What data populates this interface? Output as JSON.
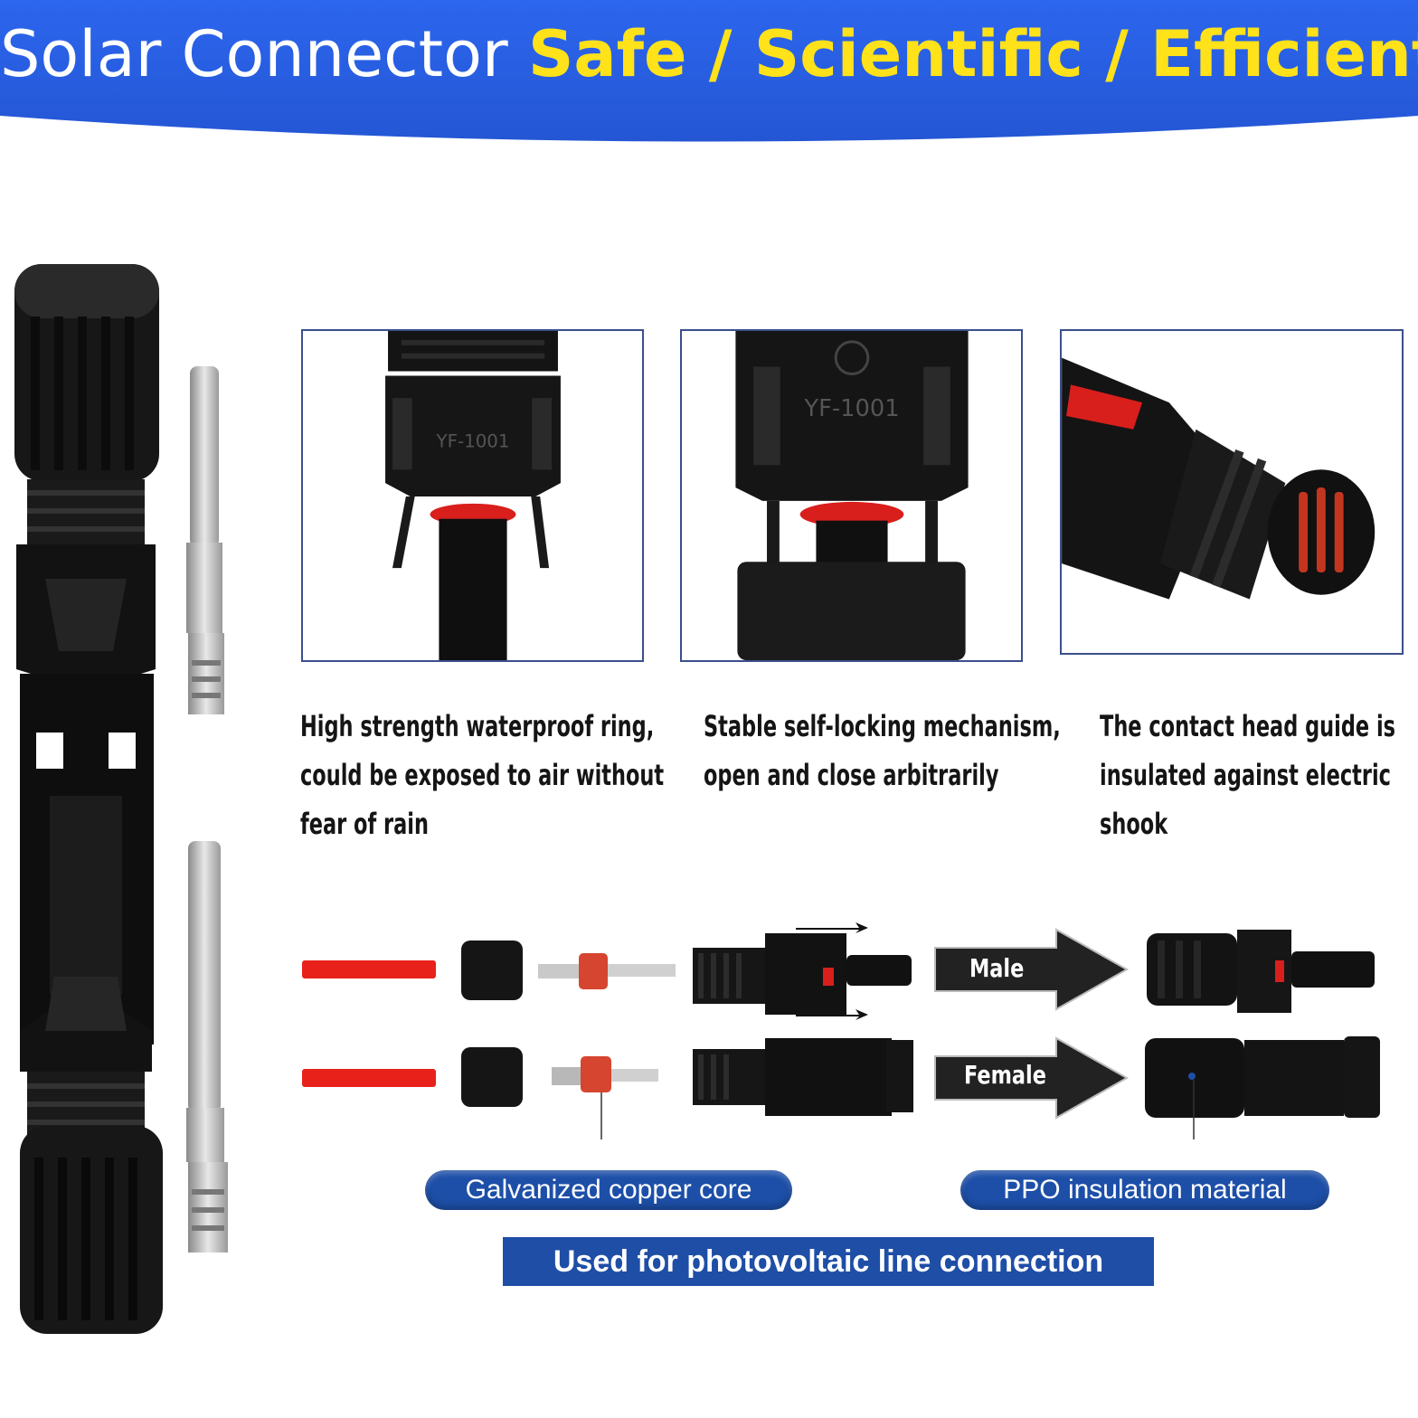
{
  "header": {
    "title_light": "Solar Connector ",
    "title_bold": "Safe / Scientific / Efficient",
    "band_color": "#2a62e6",
    "title_highlight_color": "#ffe21a"
  },
  "photos": [
    {
      "caption_lines": [
        "High strength waterproof ring,",
        "could be exposed to air without",
        "fear of rain"
      ],
      "marking": "YF-1001"
    },
    {
      "caption_lines": [
        "Stable self-locking mechanism,",
        "open and close arbitrarily"
      ],
      "marking": "YF-1001"
    },
    {
      "caption_lines": [
        "The contact head guide is",
        "insulated against electric",
        "shook"
      ]
    }
  ],
  "assembly": {
    "male_label": "Male",
    "female_label": "Female"
  },
  "callouts": {
    "copper": "Galvanized copper core",
    "ppo": "PPO insulation material"
  },
  "footer": {
    "banner": "Used for photovoltaic line connection"
  },
  "colors": {
    "accent_blue": "#1e4ea6",
    "cable_red": "#e8221b",
    "connector_black": "#141414"
  }
}
